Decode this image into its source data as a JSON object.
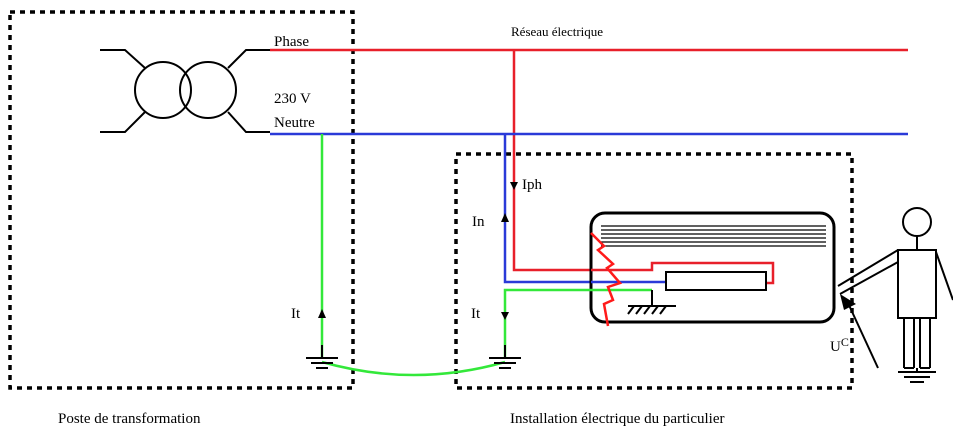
{
  "labels": {
    "phase": "Phase",
    "voltage": "230 V",
    "neutral": "Neutre",
    "network": "Réseau électrique",
    "iph": "Iph",
    "in_current": "In",
    "it_left": "It",
    "it_right": "It",
    "uc_main": "U",
    "uc_sub": "C",
    "substation": "Poste de transformation",
    "installation": "Installation électrique du particulier"
  },
  "colors": {
    "phase": "#e8202a",
    "neutral": "#2a3ad8",
    "earth": "#33e83a",
    "fault": "#ff1a1a",
    "frame": "#000000"
  }
}
